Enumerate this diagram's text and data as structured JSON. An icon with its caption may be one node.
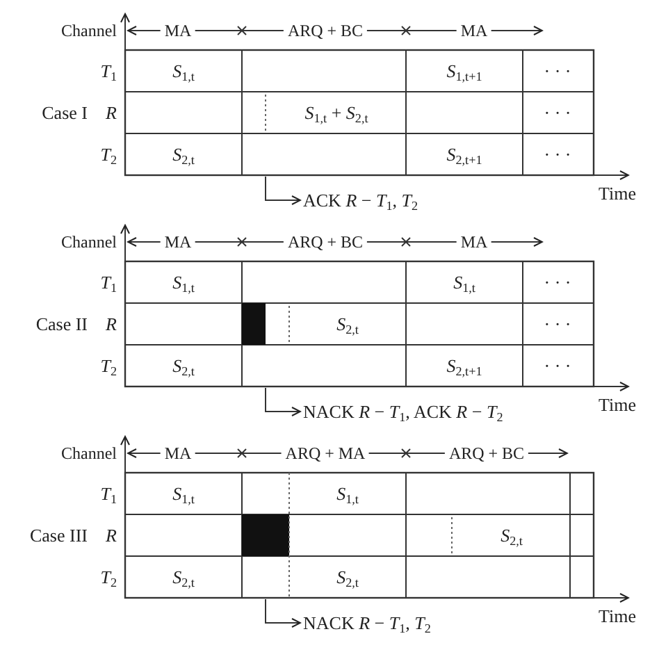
{
  "diagram": {
    "nodes": [
      {
        "text": [
          "ACK *R* − *T*$_{1}$, *T*$_{2}$"
        ]
      },
      {
        "text": [
          "NACK *R* − *T*$_{1}$, ACK *R* − *T*$_{2}$"
        ]
      },
      {
        "text": [
          "NACK *R* − *T*$_{1}$, *T*$_{2}$"
        ]
      }
    ],
    "edges": [
      {
        "from": null,
        "to": 0,
        "arrow": "to"
      },
      {
        "from": null,
        "to": 1,
        "arrow": "to"
      },
      {
        "from": null,
        "to": 2,
        "arrow": "to"
      }
    ],
    "labels": [
      "Channel",
      "MA",
      "ARQ + BC",
      "MA",
      "*T*$_{1}$",
      "*S*$_{1,t}$",
      "*S*$_{1,t+1}$",
      "· · ·",
      "Case I",
      "*R*",
      "*S*$_{1,t}$ + *S*$_{2,t}$",
      "· · ·",
      "*T*$_{2}$",
      "*S*$_{2,t}$",
      "*S*$_{2,t+1}$",
      "· · ·",
      "Time",
      "Channel",
      "MA",
      "ARQ + BC",
      "MA",
      "*T*$_{1}$",
      "*S*$_{1,t}$",
      "*S*$_{1,t}$",
      "· · ·",
      "Case II",
      "*R*",
      "*S*$_{2,t}$",
      "· · ·",
      "*T*$_{2}$",
      "*S*$_{2,t}$",
      "*S*$_{2,t+1}$",
      "· · ·",
      "Time",
      "Channel",
      "MA",
      "ARQ + MA",
      "ARQ + BC",
      "*T*$_{1}$",
      "*S*$_{1,t}$",
      "*S*$_{1,t}$",
      "Case III",
      "*R*",
      "*S*$_{2,t}$",
      "*T*$_{2}$",
      "*S*$_{2,t}$",
      "*S*$_{2,t}$",
      "Time"
    ]
  }
}
